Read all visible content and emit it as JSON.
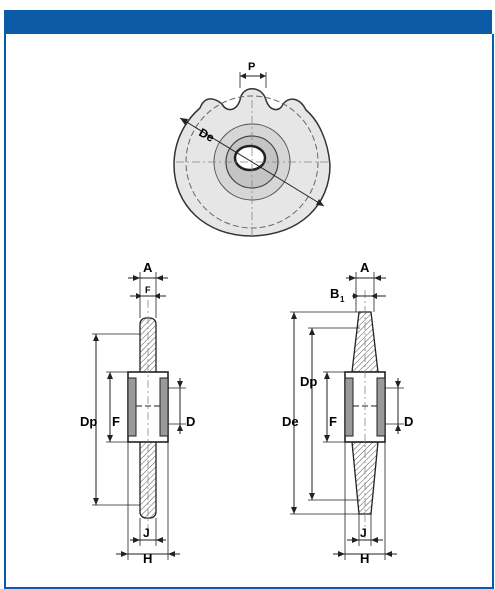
{
  "labels": {
    "pitch": "P",
    "diameter_top": "De",
    "left": {
      "a": "A",
      "f_top": "F",
      "dp": "Dp",
      "f": "F",
      "d": "D",
      "j": "J",
      "h": "H"
    },
    "right": {
      "a": "A",
      "b1": "B",
      "b1_sub": "1",
      "dp": "Dp",
      "de": "De",
      "f": "F",
      "d": "D",
      "j": "J",
      "h": "H"
    }
  },
  "colors": {
    "accent": "#0a5aa6",
    "line": "#222222",
    "shade": "#cfcfcf"
  }
}
